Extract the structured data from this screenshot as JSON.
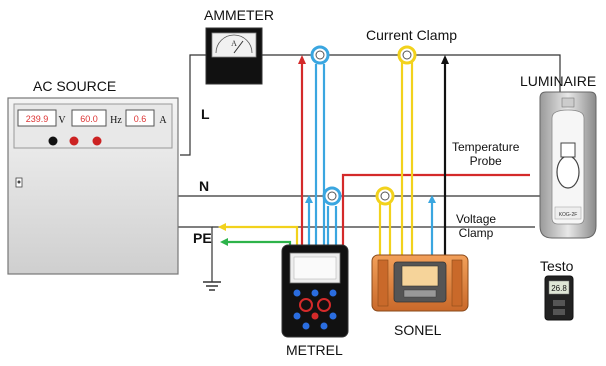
{
  "labels": {
    "ac_source": "AC SOURCE",
    "ammeter": "AMMETER",
    "current_clamp": "Current Clamp",
    "luminaire": "LUMINAIRE",
    "line_l": "L",
    "line_n": "N",
    "line_pe": "PE",
    "temperature_probe_1": "Temperature",
    "temperature_probe_2": "Probe",
    "voltage_clamp_1": "Voltage",
    "voltage_clamp_2": "Clamp",
    "testo": "Testo",
    "sonel": "SONEL",
    "metrel": "METREL"
  },
  "source_display": {
    "voltage_value": "239.9",
    "voltage_unit": "V",
    "frequency_value": "60.0",
    "frequency_unit": "Hz",
    "current_value": "0.6",
    "current_unit": "A"
  },
  "ammeter_face": "A",
  "testo_reading": "26.8",
  "luminaire_plate": "KOG-2F",
  "colors": {
    "wire": "#333333",
    "red": "#d42a2a",
    "blue": "#3aa6e0",
    "yellow": "#f2d21c",
    "green": "#2db34a",
    "black": "#111111",
    "orange": "#e07a2c"
  }
}
